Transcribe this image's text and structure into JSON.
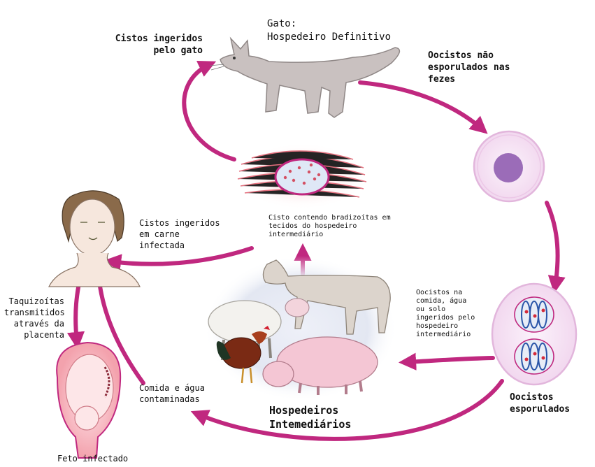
{
  "labels": {
    "cat_host": "Gato:\nHospedeiro Definitivo",
    "cysts_eaten_by_cat": "Cistos ingeridos\npelo gato",
    "unsporulated_oocysts": "Oocistos não\nesporulados nas\nfezes",
    "cyst_in_tissue": "Cisto contendo bradizoítas em\ntecidos do hospedeiro\nintermediário",
    "cysts_in_meat": "Cistos ingeridos\nem carne\ninfectada",
    "tachyzoites_placenta": "Taquizoítas\ntransmitidos\natravés da\nplacenta",
    "oocysts_ingested": "Oocistos na\ncomida, água\nou solo\ningeridos pelo\nhospedeiro\nintermediário",
    "contaminated_food": "Comida e água\ncontaminadas",
    "intermediate_hosts": "Hospedeiros\nIntemediários",
    "sporulated_oocysts": "Oocistos\nesporulados",
    "infected_fetus": "Feto infectado"
  },
  "colors": {
    "arrow": "#c0287f",
    "cell_outline": "#e2b6dc",
    "nucleus": "#9b6cb8",
    "tissue": "#e05a6a",
    "background_glow": "#e6e9f4"
  }
}
